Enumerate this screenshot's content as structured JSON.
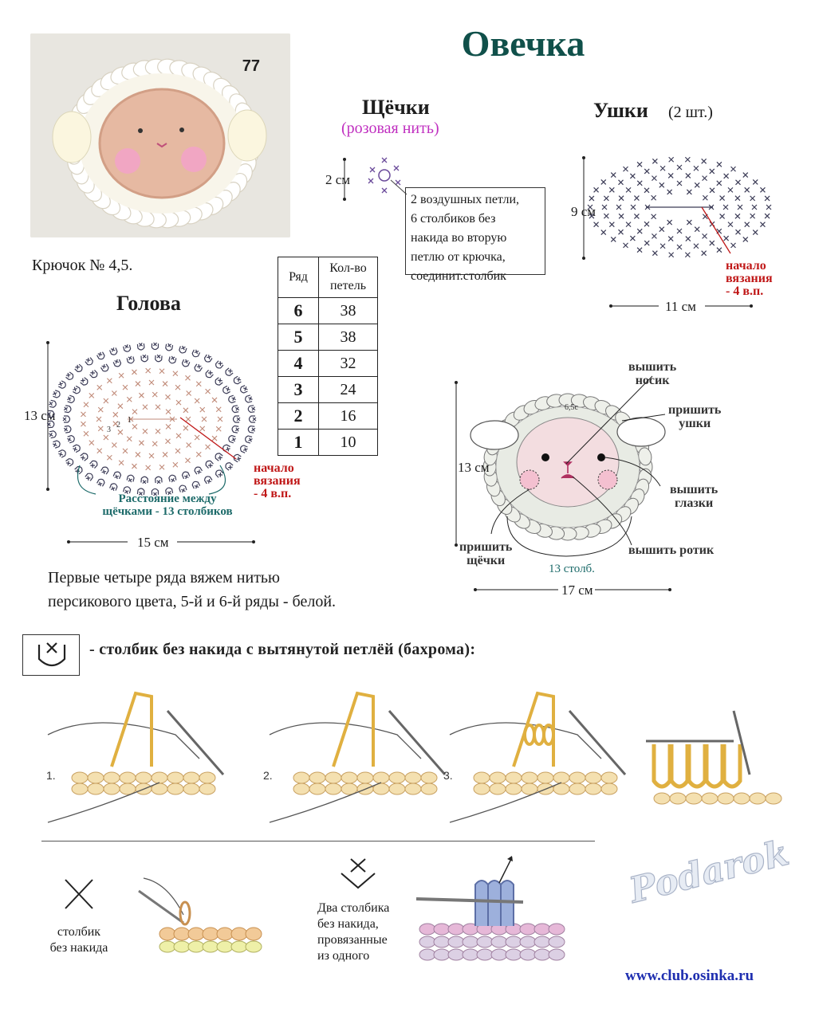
{
  "title": "Овечка",
  "photo": {
    "number": "77"
  },
  "hook": "Крючок № 4,5.",
  "cheeks": {
    "header": "Щёчки",
    "yarn": "(розовая нить)",
    "size": "2 см",
    "note": [
      "2 воздушных петли,",
      "6 столбиков без",
      "накида во вторую",
      "петлю от крючка,",
      "соединит.столбик"
    ]
  },
  "ears": {
    "header": "Ушки",
    "count": "(2 шт.)",
    "height": "9 см",
    "width": "11 см",
    "start": [
      "начало",
      "вязания",
      "- 4 в.п."
    ]
  },
  "head": {
    "header": "Голова",
    "height": "13 см",
    "width": "15 см",
    "start": [
      "начало",
      "вязания",
      "- 4 в.п."
    ],
    "distance": [
      "Расстояние между",
      "щёчками - 13 столбиков"
    ],
    "chart_label_1": "1",
    "chart_label_2": "2",
    "chart_label_3": "3"
  },
  "rows_table": {
    "col_row": "Ряд",
    "col_count": [
      "Кол-во",
      "петель"
    ],
    "rows": [
      {
        "row": "6",
        "count": "38"
      },
      {
        "row": "5",
        "count": "38"
      },
      {
        "row": "4",
        "count": "32"
      },
      {
        "row": "3",
        "count": "24"
      },
      {
        "row": "2",
        "count": "16"
      },
      {
        "row": "1",
        "count": "10"
      }
    ]
  },
  "instruction": [
    "Первые четыре ряда вяжем нитью",
    "персикового цвета, 5-й и 6-й ряды - белой."
  ],
  "assembly": {
    "height": "13 см",
    "width": "17 см",
    "nose": [
      "вышить",
      "носик"
    ],
    "ears": [
      "пришить",
      "ушки"
    ],
    "eyes": [
      "вышить",
      "глазки"
    ],
    "mouth": "вышить ротик",
    "cheeks": [
      "пришить",
      "щёчки"
    ],
    "stitches": "13 столб.",
    "inner_label": "6,5с"
  },
  "legend": {
    "fringe": "- столбик без накида с вытянутой петлёй (бахрома):",
    "steps": [
      "1.",
      "2.",
      "3."
    ],
    "sc_label": [
      "столбик",
      "без накида"
    ],
    "sc2tog_label": [
      "Два столбика",
      "без накида,",
      "провязанные",
      "из одного"
    ]
  },
  "watermark": "Podarok",
  "website": "www.club.osinka.ru",
  "colors": {
    "title": "#10504a",
    "accent_red": "#c01818",
    "pink": "#c030c0",
    "teal": "#1d6b6a",
    "link": "#1f2fb0",
    "yarn": "#e0b040"
  }
}
